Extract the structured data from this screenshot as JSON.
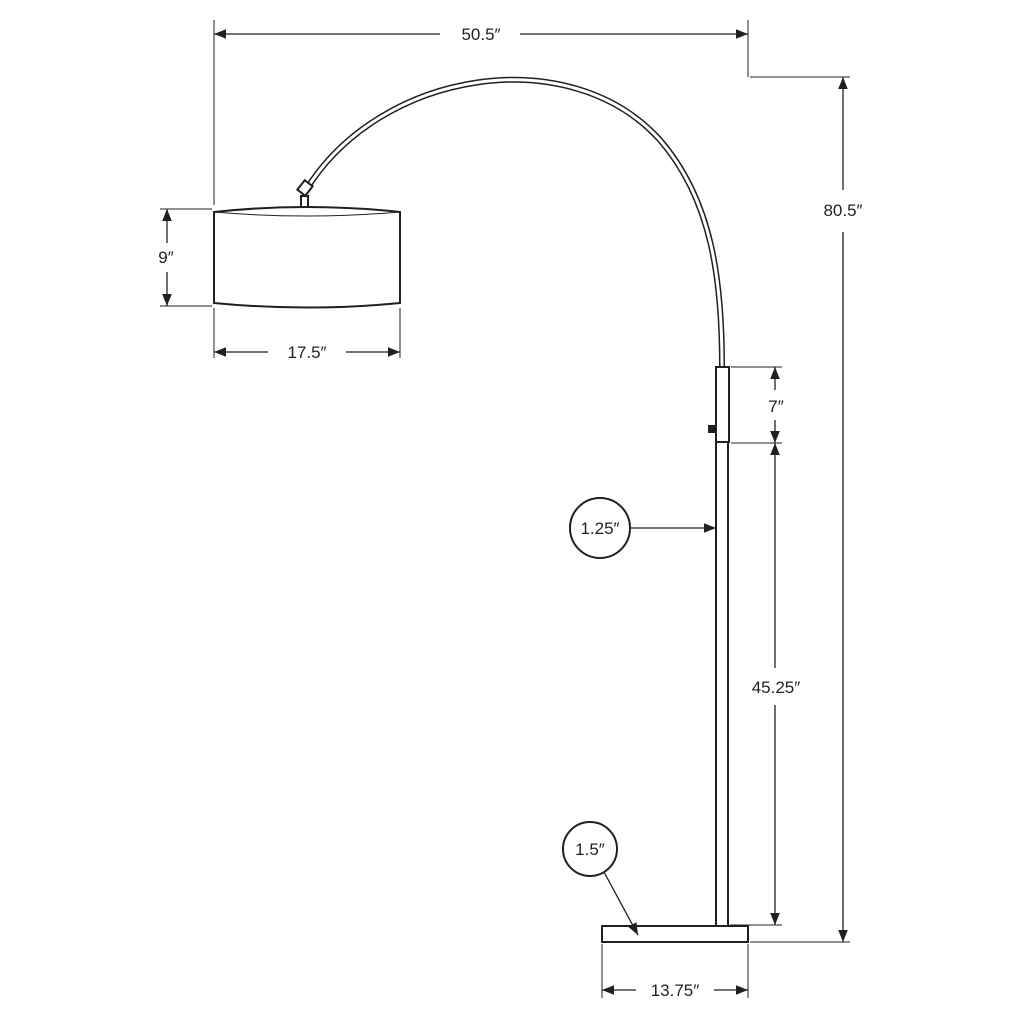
{
  "diagram": {
    "title": "Arc floor lamp dimensions",
    "colors": {
      "line": "#231f20",
      "background": "#ffffff"
    },
    "dimensions": {
      "overall_width": "50.5″",
      "overall_height": "80.5″",
      "shade_height": "9″",
      "shade_width": "17.5″",
      "upper_pole_section": "7″",
      "lower_pole_section": "45.25″",
      "pole_diameter": "1.25″",
      "base_height": "1.5″",
      "base_width": "13.75″"
    }
  }
}
